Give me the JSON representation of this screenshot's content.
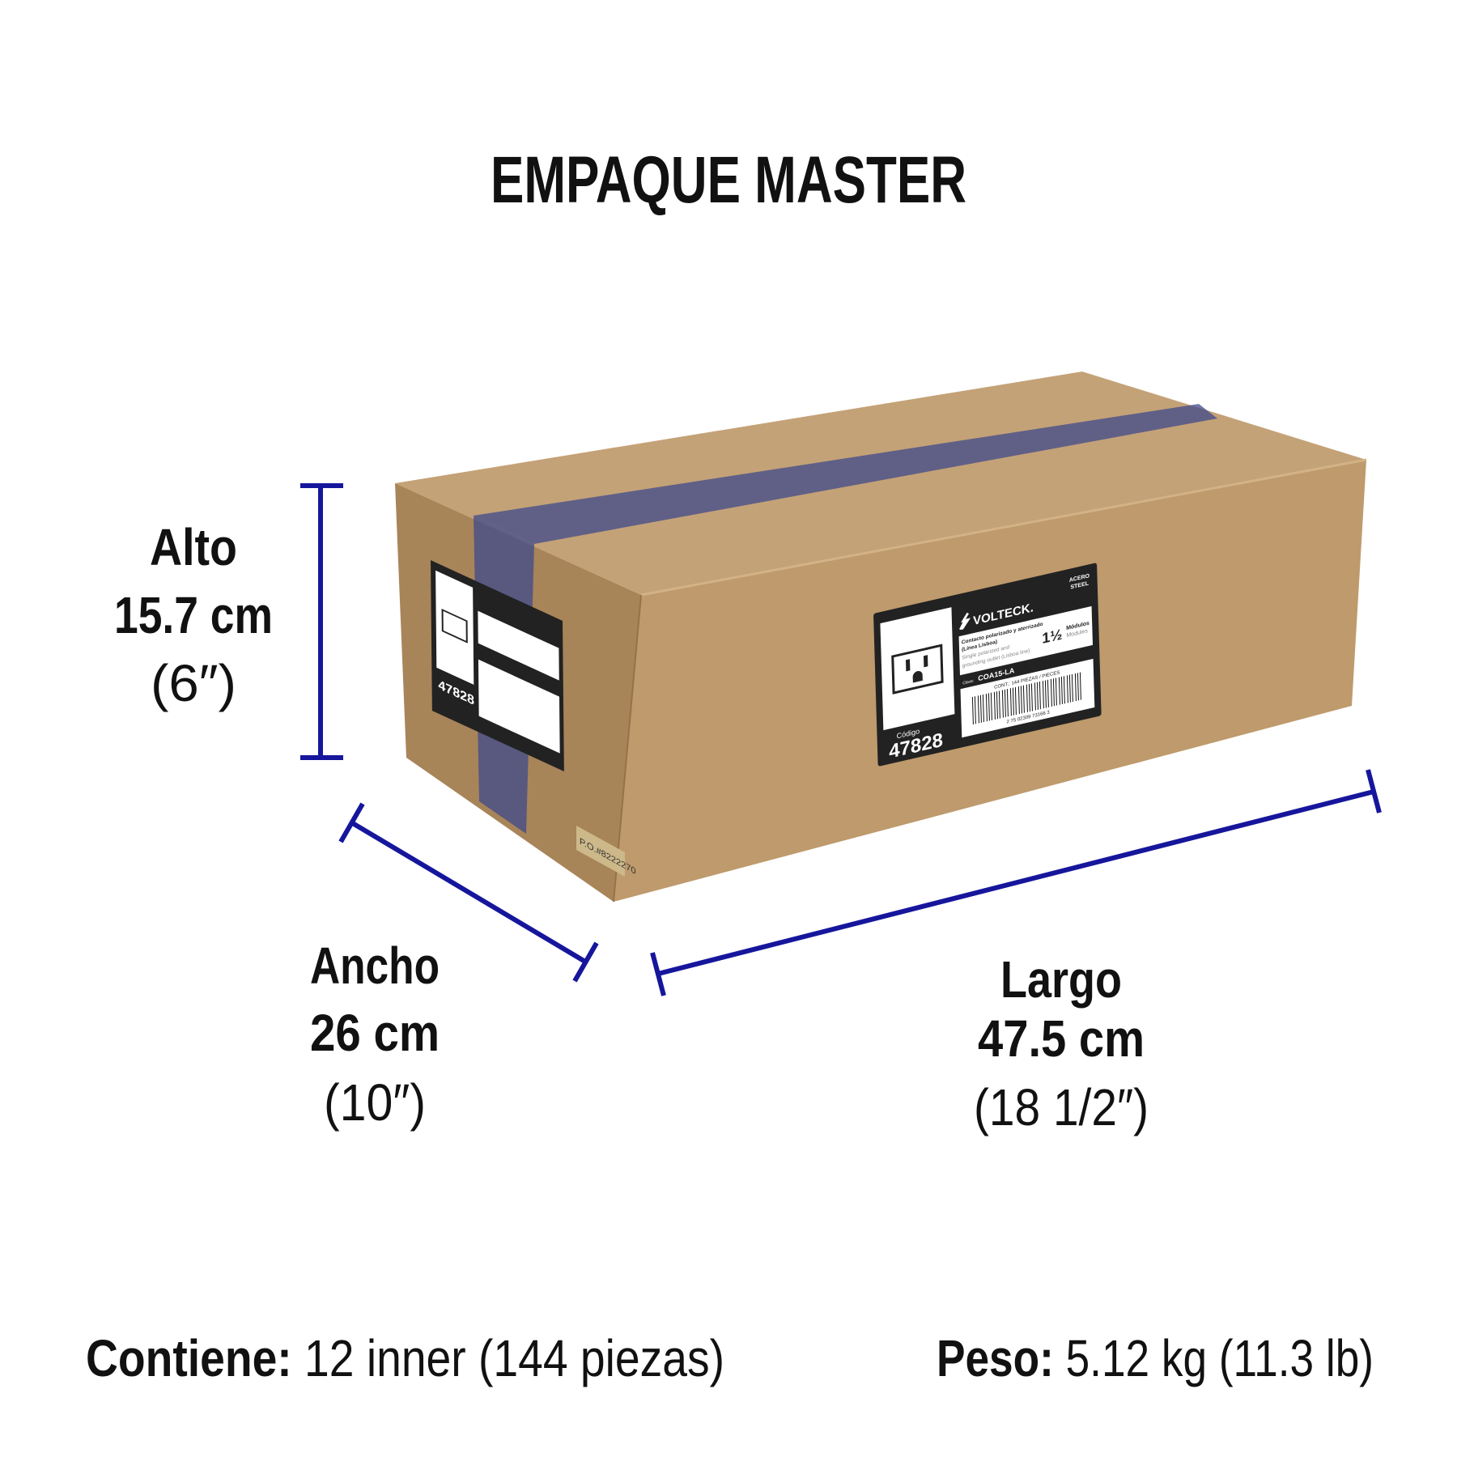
{
  "title": "EMPAQUE MASTER",
  "dimensions": {
    "alto": {
      "label": "Alto",
      "metric": "15.7 cm",
      "imperial": "(6″)"
    },
    "ancho": {
      "label": "Ancho",
      "metric": "26 cm",
      "imperial": "(10″)"
    },
    "largo": {
      "label": "Largo",
      "metric": "47.5 cm",
      "imperial": "(18 1/2″)"
    }
  },
  "footer": {
    "contents_label": "Contiene:",
    "contents_value": " 12 inner (144 piezas)",
    "weight_label": "Peso:",
    "weight_value": " 5.12 kg (11.3 lb)"
  },
  "box_label": {
    "brand": "VOLTECK.",
    "material": [
      "ACERO",
      "STEEL"
    ],
    "desc_es": [
      "Contacto polarizado y aterrizado",
      "(Línea Lisboa)"
    ],
    "desc_en": [
      "Single polarized and",
      "grounding outlet (Lisboa line)"
    ],
    "modules_number": "1½",
    "modules_es": "Módulos",
    "modules_en": "Modules",
    "clave_label": "Clave:",
    "clave": "COA15-LA",
    "contents": "CONT.: 144 PIEZAS / PIECES",
    "barcode_number": "2 75 02309 73166 3",
    "codigo_label": "Código",
    "codigo": "47828",
    "po": "P.O.#8222270"
  },
  "colors": {
    "dimension_line": "#16169c",
    "cardboard_top": "#c19f74",
    "cardboard_front": "#bf9a6c",
    "cardboard_side": "#a9865c",
    "tape": "#3f4a8c",
    "label_dark": "#222222"
  }
}
